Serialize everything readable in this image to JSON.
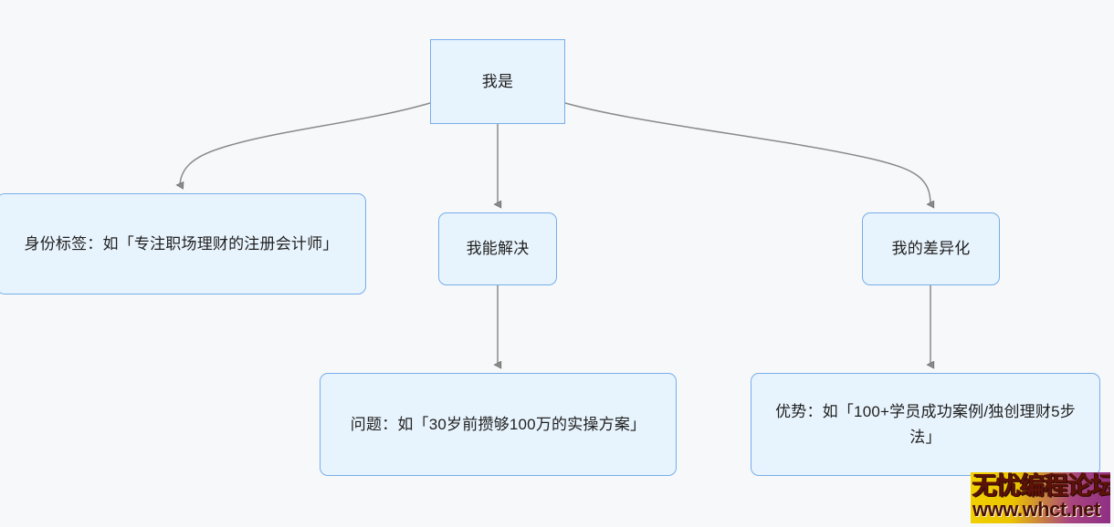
{
  "diagram": {
    "type": "flowchart",
    "orientation": "top-down",
    "background_color": "#f7f8fa",
    "node_fill_color": "#e8f4fd",
    "node_border_color": "#77aeea",
    "edge_color": "#8a8a8a",
    "text_color": "#1f1f1f",
    "nodes": [
      {
        "id": "root",
        "label": "我是",
        "shape": "rectangle"
      },
      {
        "id": "identity",
        "label": "身份标签：如「专注职场理财的注册会计师」",
        "shape": "rounded-rectangle"
      },
      {
        "id": "solve",
        "label": "我能解决",
        "shape": "rounded-rectangle"
      },
      {
        "id": "diff",
        "label": "我的差异化",
        "shape": "rounded-rectangle"
      },
      {
        "id": "problem",
        "label": "问题：如「30岁前攒够100万的实操方案」",
        "shape": "rounded-rectangle"
      },
      {
        "id": "advantage",
        "label": "优势：如「100+学员成功案例/独创理财5步法」",
        "shape": "rounded-rectangle"
      }
    ],
    "edges": [
      {
        "from": "root",
        "to": "identity",
        "style": "curved",
        "arrow": "triangle"
      },
      {
        "from": "root",
        "to": "solve",
        "style": "straight",
        "arrow": "triangle"
      },
      {
        "from": "root",
        "to": "diff",
        "style": "curved",
        "arrow": "triangle"
      },
      {
        "from": "solve",
        "to": "problem",
        "style": "straight",
        "arrow": "triangle"
      },
      {
        "from": "diff",
        "to": "advantage",
        "style": "straight",
        "arrow": "triangle"
      }
    ]
  },
  "watermark": {
    "line1": "无忧编程论坛",
    "line2": "www.whct.net"
  }
}
